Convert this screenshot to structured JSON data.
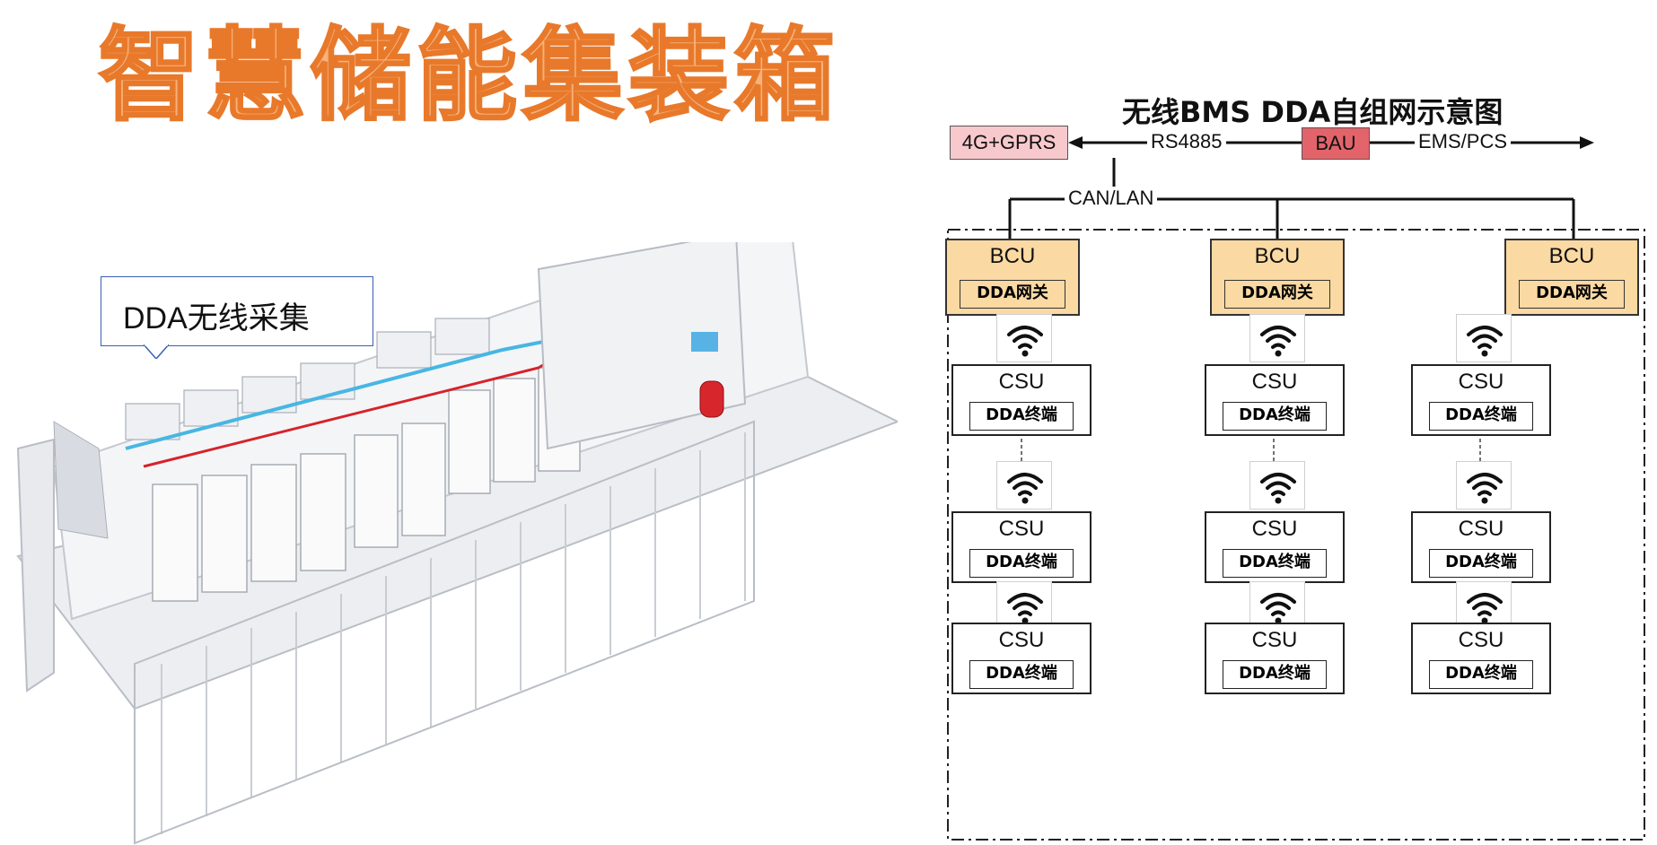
{
  "title": "智慧储能集装箱",
  "callout": {
    "text": "DDA无线采集"
  },
  "diagram": {
    "title": "无线BMS DDA自组网示意图",
    "top_nodes": {
      "modem": "4G+GPRS",
      "bau": "BAU"
    },
    "links": {
      "rs": "RS4885",
      "ems": "EMS/PCS",
      "bus": "CAN/LAN"
    },
    "columns": [
      {
        "bcu": "BCU",
        "gateway": "DDA网关",
        "csus": [
          {
            "name": "CSU",
            "terminal": "DDA终端"
          },
          {
            "name": "CSU",
            "terminal": "DDA终端"
          },
          {
            "name": "CSU",
            "terminal": "DDA终端"
          }
        ]
      },
      {
        "bcu": "BCU",
        "gateway": "DDA网关",
        "csus": [
          {
            "name": "CSU",
            "terminal": "DDA终端"
          },
          {
            "name": "CSU",
            "terminal": "DDA终端"
          },
          {
            "name": "CSU",
            "terminal": "DDA终端"
          }
        ]
      },
      {
        "bcu": "BCU",
        "gateway": "DDA网关",
        "csus": [
          {
            "name": "CSU",
            "terminal": "DDA终端"
          },
          {
            "name": "CSU",
            "terminal": "DDA终端"
          },
          {
            "name": "CSU",
            "terminal": "DDA终端"
          }
        ]
      }
    ],
    "colors": {
      "modem_fill": "#f8c9cc",
      "bau_fill": "#e2646a",
      "bcu_fill": "#fbd9a3"
    }
  }
}
